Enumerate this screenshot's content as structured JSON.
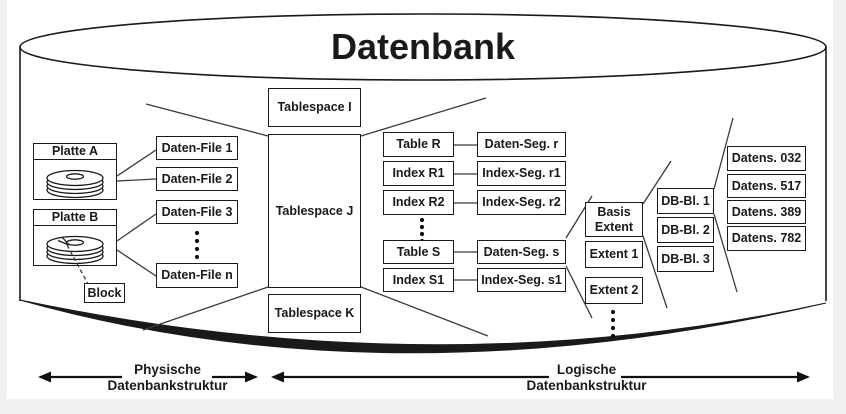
{
  "title": "Datenbank",
  "colors": {
    "ink": "#1a1a1a",
    "paper": "#ffffff",
    "page_edge": "#f0f0ee"
  },
  "physical": {
    "disks": [
      {
        "label": "Platte A"
      },
      {
        "label": "Platte B"
      }
    ],
    "block_label": "Block",
    "files": [
      "Daten-File 1",
      "Daten-File 2",
      "Daten-File 3",
      "Daten-File n"
    ]
  },
  "tablespaces": [
    "Tablespace I",
    "Tablespace J",
    "Tablespace K"
  ],
  "segment_rows": [
    {
      "object": "Table R",
      "segment": "Daten-Seg. r"
    },
    {
      "object": "Index R1",
      "segment": "Index-Seg. r1"
    },
    {
      "object": "Index R2",
      "segment": "Index-Seg. r2"
    },
    {
      "object": "Table S",
      "segment": "Daten-Seg. s"
    },
    {
      "object": "Index S1",
      "segment": "Index-Seg. s1"
    }
  ],
  "extents": {
    "basis": {
      "line1": "Basis",
      "line2": "Extent"
    },
    "items": [
      "Extent 1",
      "Extent 2"
    ]
  },
  "db_blocks": [
    "DB-Bl. 1",
    "DB-Bl. 2",
    "DB-Bl. 3"
  ],
  "records": [
    "Datens. 032",
    "Datens. 517",
    "Datens. 389",
    "Datens. 782"
  ],
  "legend": {
    "physical": {
      "line1": "Physische",
      "line2": "Datenbankstruktur"
    },
    "logical": {
      "line1": "Logische",
      "line2": "Datenbankstruktur"
    }
  }
}
